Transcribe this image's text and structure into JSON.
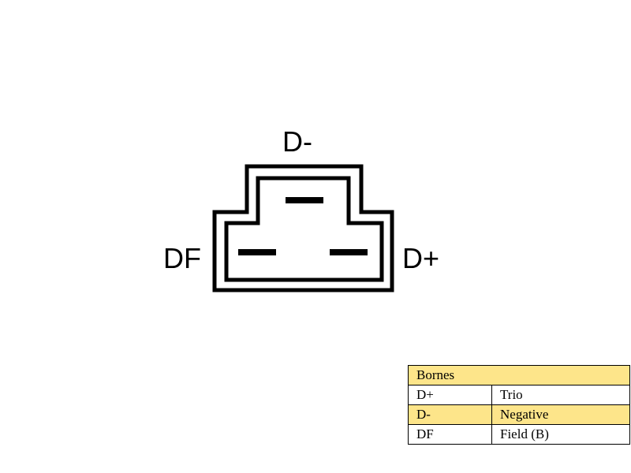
{
  "connector": {
    "pins": {
      "top": "D-",
      "left": "DF",
      "right": "D+"
    }
  },
  "legend": {
    "header": "Bornes",
    "rows": [
      {
        "code": "D+",
        "desc": "Trio",
        "highlight": false
      },
      {
        "code": "D-",
        "desc": "Negative",
        "highlight": true
      },
      {
        "code": "DF",
        "desc": "Field (B)",
        "highlight": false
      }
    ]
  },
  "colors": {
    "highlight": "#fde58a",
    "stroke": "#000000"
  }
}
